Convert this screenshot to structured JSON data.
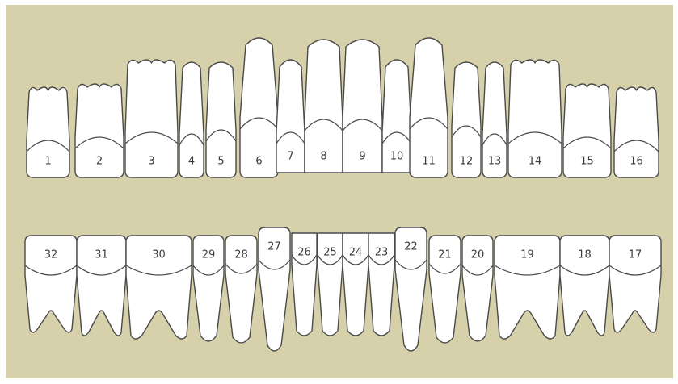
{
  "colors": {
    "background": "#d6d1ab",
    "tooth_fill": "#ffffff",
    "outline": "#4a4a4a",
    "label": "#3a3a3a"
  },
  "upper_arch": {
    "teeth": [
      {
        "number": "1",
        "kind": "molar"
      },
      {
        "number": "2",
        "kind": "molar"
      },
      {
        "number": "3",
        "kind": "molar"
      },
      {
        "number": "4",
        "kind": "premolar"
      },
      {
        "number": "5",
        "kind": "premolar"
      },
      {
        "number": "6",
        "kind": "canine"
      },
      {
        "number": "7",
        "kind": "incisor"
      },
      {
        "number": "8",
        "kind": "incisor"
      },
      {
        "number": "9",
        "kind": "incisor"
      },
      {
        "number": "10",
        "kind": "incisor"
      },
      {
        "number": "11",
        "kind": "canine"
      },
      {
        "number": "12",
        "kind": "premolar"
      },
      {
        "number": "13",
        "kind": "premolar"
      },
      {
        "number": "14",
        "kind": "molar"
      },
      {
        "number": "15",
        "kind": "molar"
      },
      {
        "number": "16",
        "kind": "molar"
      }
    ]
  },
  "lower_arch": {
    "teeth": [
      {
        "number": "32",
        "kind": "molar"
      },
      {
        "number": "31",
        "kind": "molar"
      },
      {
        "number": "30",
        "kind": "molar"
      },
      {
        "number": "29",
        "kind": "premolar"
      },
      {
        "number": "28",
        "kind": "premolar"
      },
      {
        "number": "27",
        "kind": "canine"
      },
      {
        "number": "26",
        "kind": "incisor"
      },
      {
        "number": "25",
        "kind": "incisor"
      },
      {
        "number": "24",
        "kind": "incisor"
      },
      {
        "number": "23",
        "kind": "incisor"
      },
      {
        "number": "22",
        "kind": "canine"
      },
      {
        "number": "21",
        "kind": "premolar"
      },
      {
        "number": "20",
        "kind": "premolar"
      },
      {
        "number": "19",
        "kind": "molar"
      },
      {
        "number": "18",
        "kind": "molar"
      },
      {
        "number": "17",
        "kind": "molar"
      }
    ]
  }
}
